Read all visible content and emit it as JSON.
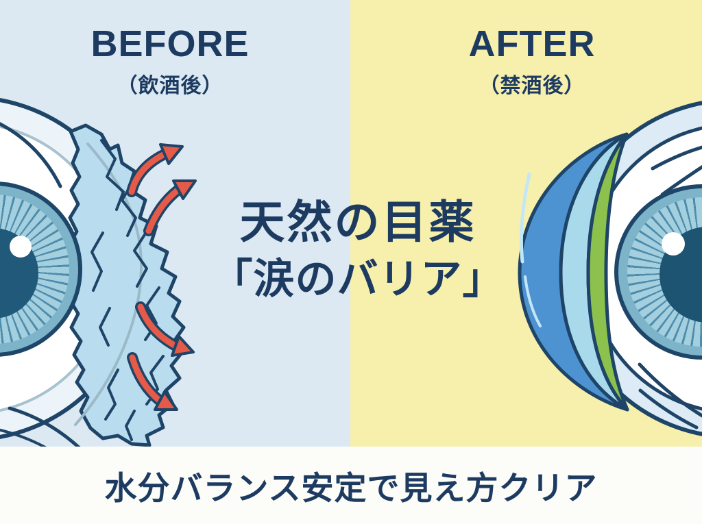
{
  "header": {
    "before": {
      "title": "BEFORE",
      "subtitle": "（飲酒後）"
    },
    "after": {
      "title": "AFTER",
      "subtitle": "（禁酒後）"
    }
  },
  "center_title": {
    "line1": "天然の目薬",
    "line2": "「涙のバリア」"
  },
  "footer": {
    "caption": "水分バランス安定で見え方クリア"
  },
  "icons": {
    "left_eye": "dry-eye-cracked-tear-film-icon",
    "evaporation_arrows": "curved-red-evaporation-arrow-icon",
    "right_eye": "protected-eye-icon",
    "barrier": "tear-barrier-layers-icon"
  },
  "colors": {
    "text_navy": "#1d3b61",
    "outline_navy": "#1e4467",
    "left_background": "#dce9f2",
    "right_background": "#f7f0ad",
    "footer_background": "#fcfcf8",
    "cracked_film_blue": "#b9ddee",
    "arrow_red": "#e55a48",
    "barrier_outer_blue": "#4e93d1",
    "barrier_middle_lightblue": "#a9daec",
    "barrier_inner_green": "#8cc14d",
    "iris_blue": "#a3cfdf",
    "iris_rim_blue": "#7db4c9",
    "pupil_navy": "#20597a"
  }
}
